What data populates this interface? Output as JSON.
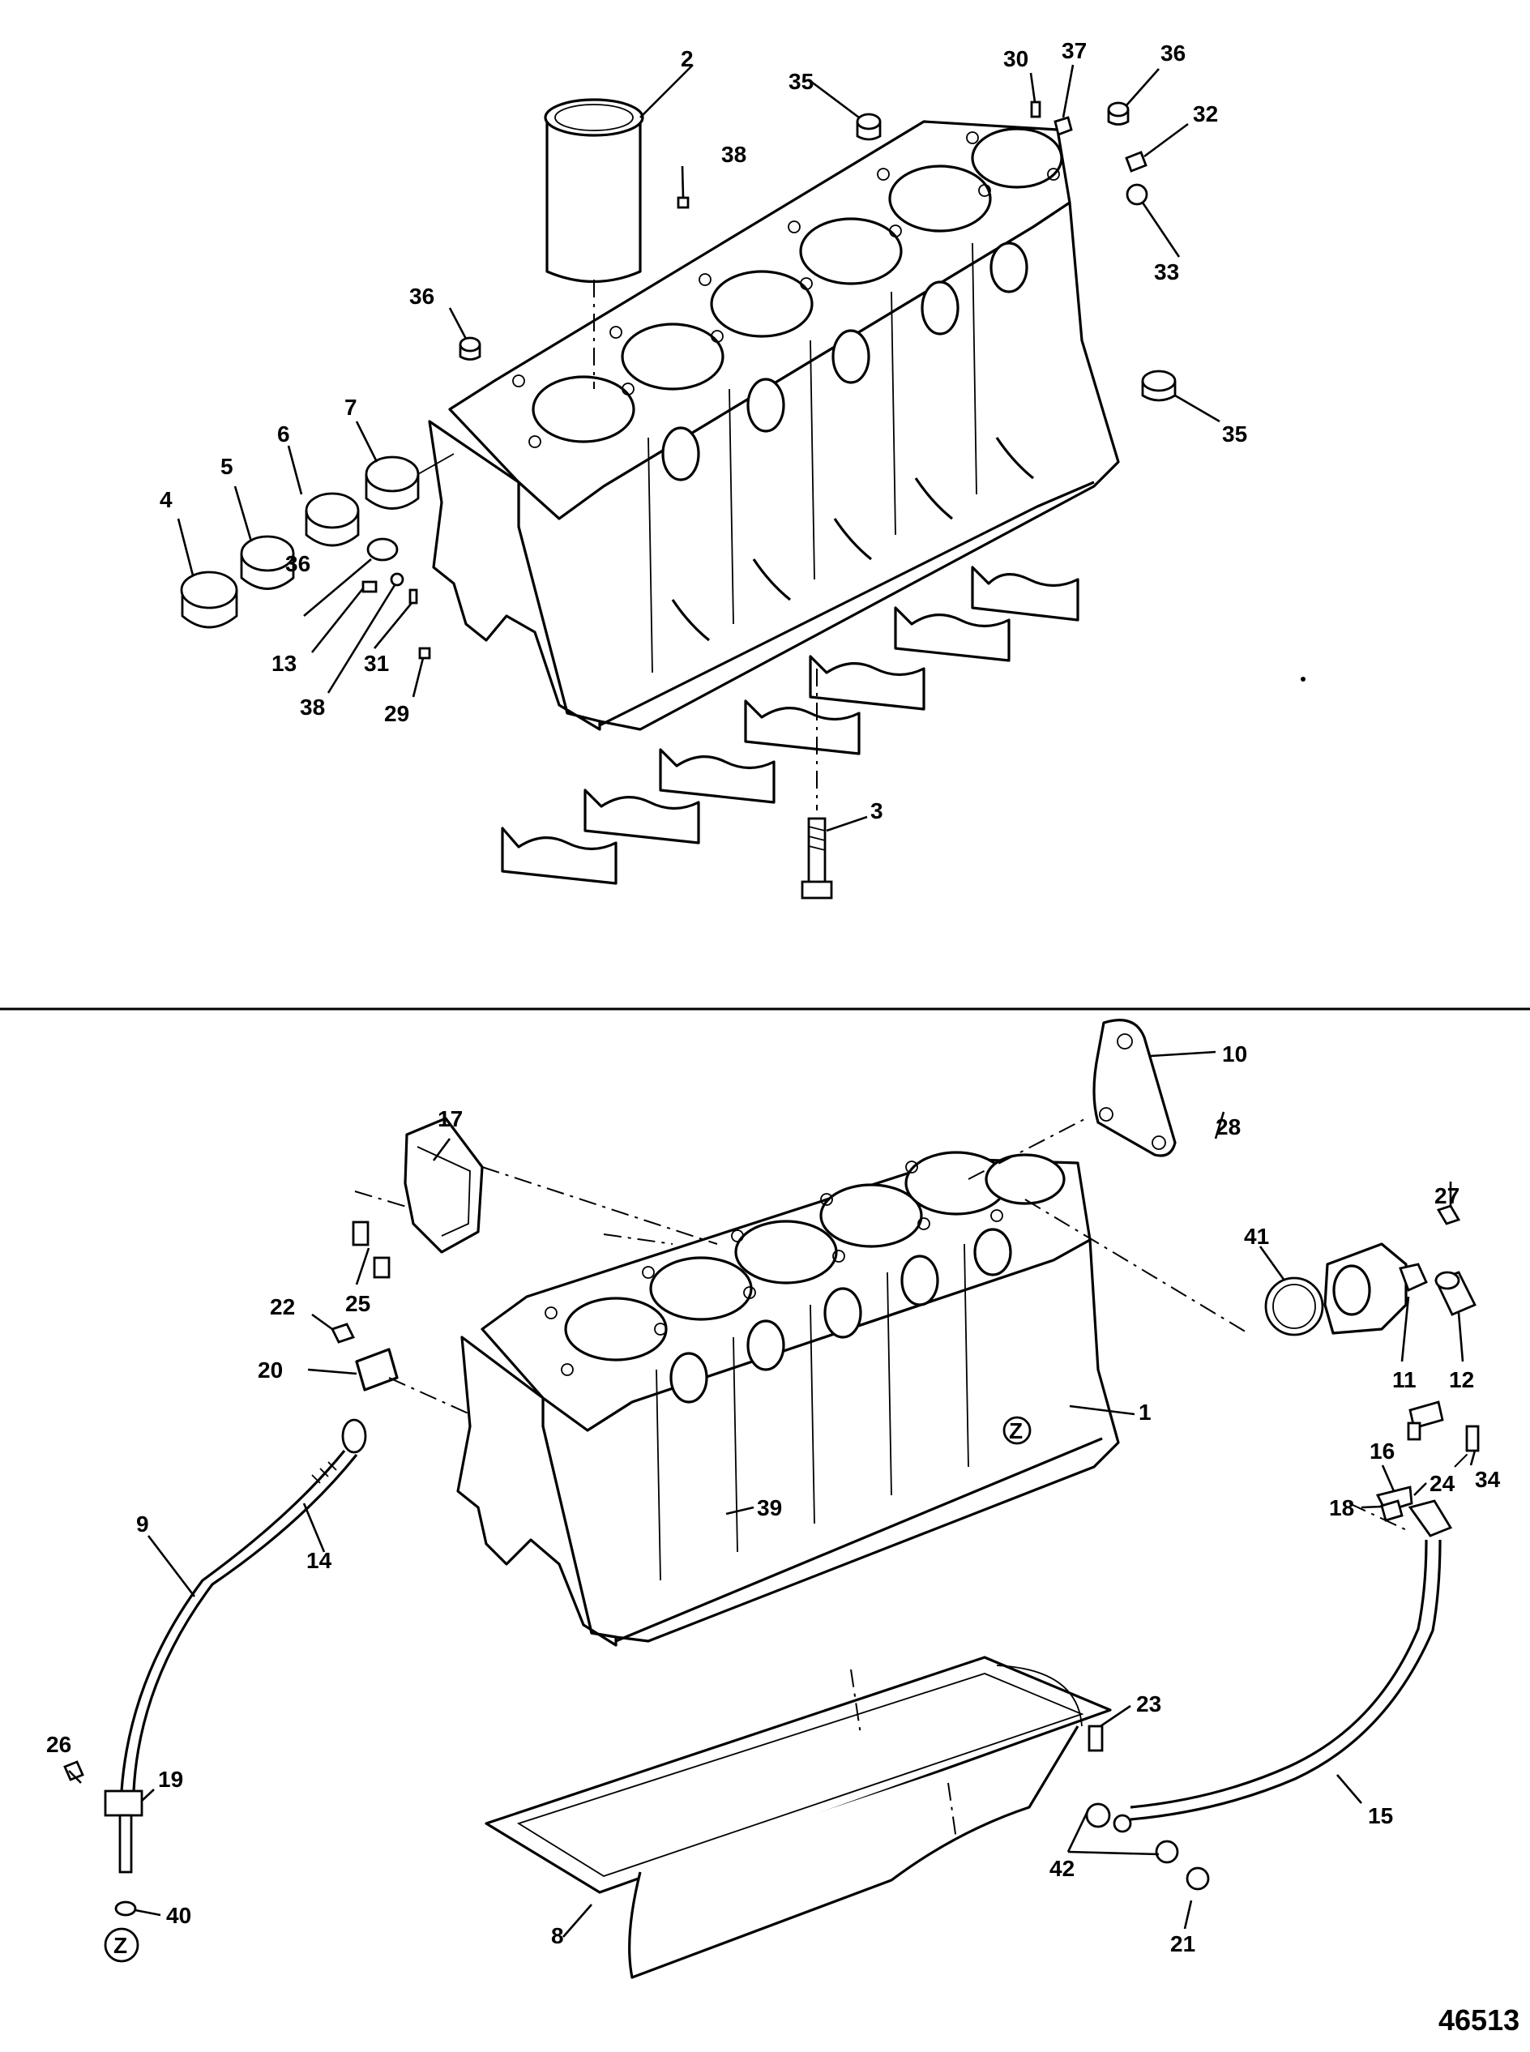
{
  "drawing_number": "46513",
  "callouts_upper": [
    {
      "id": "c2",
      "text": "2"
    },
    {
      "id": "c3",
      "text": "3"
    },
    {
      "id": "c4",
      "text": "4"
    },
    {
      "id": "c5",
      "text": "5"
    },
    {
      "id": "c6",
      "text": "6"
    },
    {
      "id": "c7",
      "text": "7"
    },
    {
      "id": "c13",
      "text": "13"
    },
    {
      "id": "c29",
      "text": "29"
    },
    {
      "id": "c30",
      "text": "30"
    },
    {
      "id": "c31",
      "text": "31"
    },
    {
      "id": "c32",
      "text": "32"
    },
    {
      "id": "c33",
      "text": "33"
    },
    {
      "id": "c35a",
      "text": "35"
    },
    {
      "id": "c35b",
      "text": "35"
    },
    {
      "id": "c36a",
      "text": "36"
    },
    {
      "id": "c36b",
      "text": "36"
    },
    {
      "id": "c36c",
      "text": "36"
    },
    {
      "id": "c37",
      "text": "37"
    },
    {
      "id": "c38a",
      "text": "38"
    },
    {
      "id": "c38b",
      "text": "38"
    }
  ],
  "callouts_lower": [
    {
      "id": "c1",
      "text": "1"
    },
    {
      "id": "c8",
      "text": "8"
    },
    {
      "id": "c9",
      "text": "9"
    },
    {
      "id": "c10",
      "text": "10"
    },
    {
      "id": "c11",
      "text": "11"
    },
    {
      "id": "c12",
      "text": "12"
    },
    {
      "id": "c14",
      "text": "14"
    },
    {
      "id": "c15",
      "text": "15"
    },
    {
      "id": "c16",
      "text": "16"
    },
    {
      "id": "c17",
      "text": "17"
    },
    {
      "id": "c18",
      "text": "18"
    },
    {
      "id": "c19",
      "text": "19"
    },
    {
      "id": "c20",
      "text": "20"
    },
    {
      "id": "c21",
      "text": "21"
    },
    {
      "id": "c22",
      "text": "22"
    },
    {
      "id": "c23",
      "text": "23"
    },
    {
      "id": "c24",
      "text": "24"
    },
    {
      "id": "c25",
      "text": "25"
    },
    {
      "id": "c26",
      "text": "26"
    },
    {
      "id": "c27",
      "text": "27"
    },
    {
      "id": "c28",
      "text": "28"
    },
    {
      "id": "c34",
      "text": "34"
    },
    {
      "id": "c39",
      "text": "39"
    },
    {
      "id": "c40",
      "text": "40"
    },
    {
      "id": "c41",
      "text": "41"
    },
    {
      "id": "c42",
      "text": "42"
    }
  ],
  "markers": [
    {
      "id": "z1",
      "text": "Z"
    },
    {
      "id": "z2",
      "text": "Z"
    }
  ]
}
